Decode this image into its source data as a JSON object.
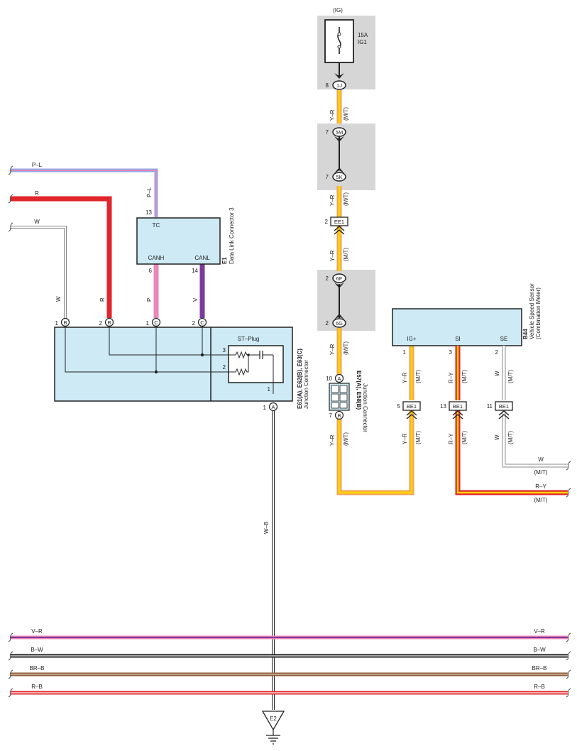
{
  "power": {
    "source": "(IG)",
    "fuse_amp": "15A",
    "fuse_name": "IG1"
  },
  "connectors": {
    "c_1J": {
      "pin": "8",
      "label": "1J"
    },
    "c_5M": {
      "pin": "7",
      "label": "5M"
    },
    "c_5K": {
      "pin": "7",
      "label": "5K"
    },
    "c_EE1": {
      "pin": "2",
      "label": "EE1"
    },
    "c_6F": {
      "pin": "2",
      "label": "6F"
    },
    "c_6G": {
      "pin": "2",
      "label": "6G"
    },
    "c_BE1_a": {
      "pin": "5",
      "label": "BE1"
    },
    "c_BE1_b": {
      "pin": "13",
      "label": "BE1"
    },
    "c_BE1_c": {
      "pin": "11",
      "label": "BE1"
    }
  },
  "wire_labels": {
    "yr": "Y–R",
    "mt": "(M/T)",
    "pl": "P–L",
    "r": "R",
    "w": "W",
    "p": "P",
    "v": "V",
    "wb": "W–B",
    "ry": "R–Y",
    "vr": "V–R",
    "bw": "B–W",
    "brb": "BR–B",
    "rb": "R–B"
  },
  "dlc": {
    "id": "E1",
    "name": "Data Link Connector 3",
    "tc": "TC",
    "canh": "CANH",
    "canl": "CANL",
    "pin_tc": "13",
    "pin_canh": "6",
    "pin_canl": "14"
  },
  "jc_main": {
    "id": "E61(A), E62(B), E63(C)",
    "name": "Junction Connector",
    "st_plug": "ST–Plug",
    "pin1": "1",
    "pin2": "2",
    "pin3": "3",
    "pin1b": "1",
    "pin1a": "1",
    "pin_b1": "1",
    "pin_b2": "2",
    "pin_c1": "1",
    "pin_c2": "2",
    "letter_a": "A",
    "letter_b": "B",
    "letter_c": "C"
  },
  "jc_small": {
    "id": "E57(A), E58(B)",
    "name": "Junction Connector",
    "pin_a": "10",
    "pin_b": "7",
    "letter_a": "A",
    "letter_b": "B"
  },
  "sensor": {
    "id": "B44",
    "name": "Vehicle Speed Sensor",
    "sub": "(Combination Meter)",
    "igp": "IG+",
    "si": "SI",
    "se": "SE",
    "pin_igp": "1",
    "pin_si": "3",
    "pin_se": "2"
  },
  "ground": {
    "id": "E2"
  },
  "colors": {
    "box_fill": "#cdeaf5",
    "shade": "#d6d6d6",
    "red": "#e0252b",
    "yellow": "#ffd400",
    "orange": "#f2a25a",
    "pink": "#ec86b8",
    "violet": "#7a3a9a",
    "blue": "#8aa9e8",
    "black": "#1a1a1a",
    "brown": "#8a5a3a"
  }
}
